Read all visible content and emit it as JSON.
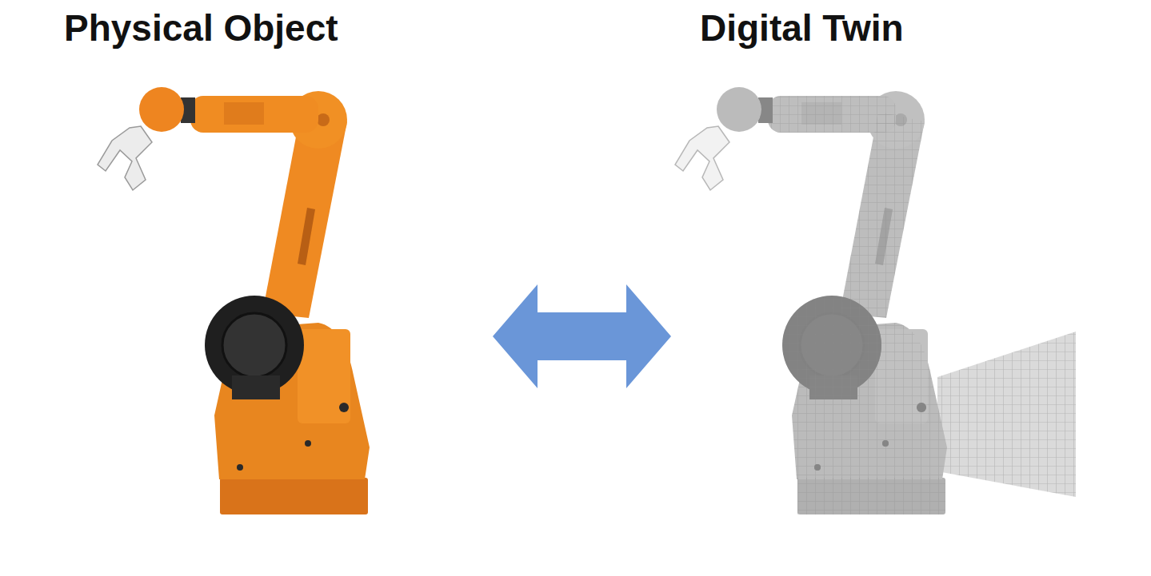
{
  "diagram": {
    "nodes": [
      {
        "text": [
          "Physical Object"
        ]
      },
      {
        "text": [
          "Digital Twin"
        ]
      }
    ],
    "edges": [
      {
        "from": 0,
        "to": 1,
        "arrow": "both"
      }
    ]
  }
}
